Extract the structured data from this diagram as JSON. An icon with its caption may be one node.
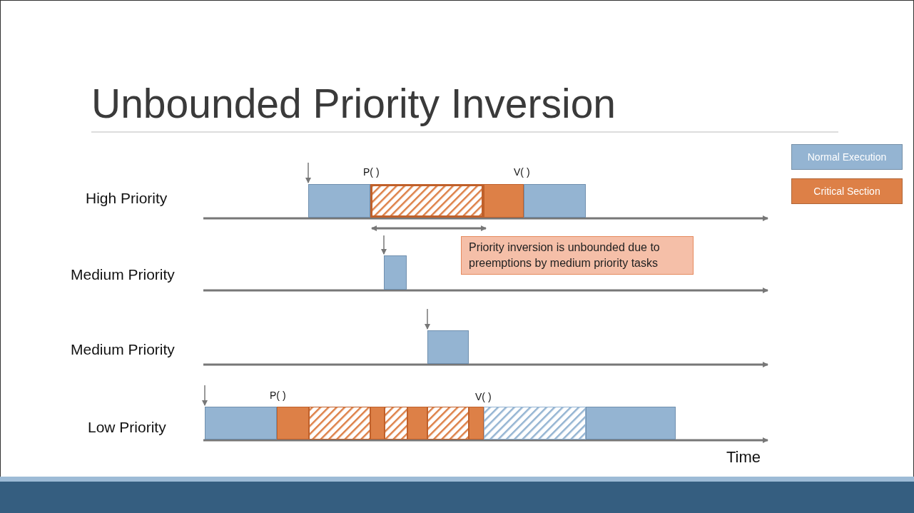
{
  "diagram": {
    "title": "Unbounded Priority Inversion",
    "nodes": [
      {
        "text": [
          "Priority inversion is unbounded due to preemptions by medium priority tasks"
        ]
      }
    ],
    "labels": [
      "P( )",
      "V( )",
      "High Priority",
      "Medium Priority",
      "Medium Priority",
      "P( )",
      "V( )",
      "Low Priority",
      "Time"
    ],
    "legend": [
      {
        "text": "Normal Execution",
        "color": "#94b4d2"
      },
      {
        "text": "Critical Section",
        "color": "#dd8047"
      }
    ]
  }
}
